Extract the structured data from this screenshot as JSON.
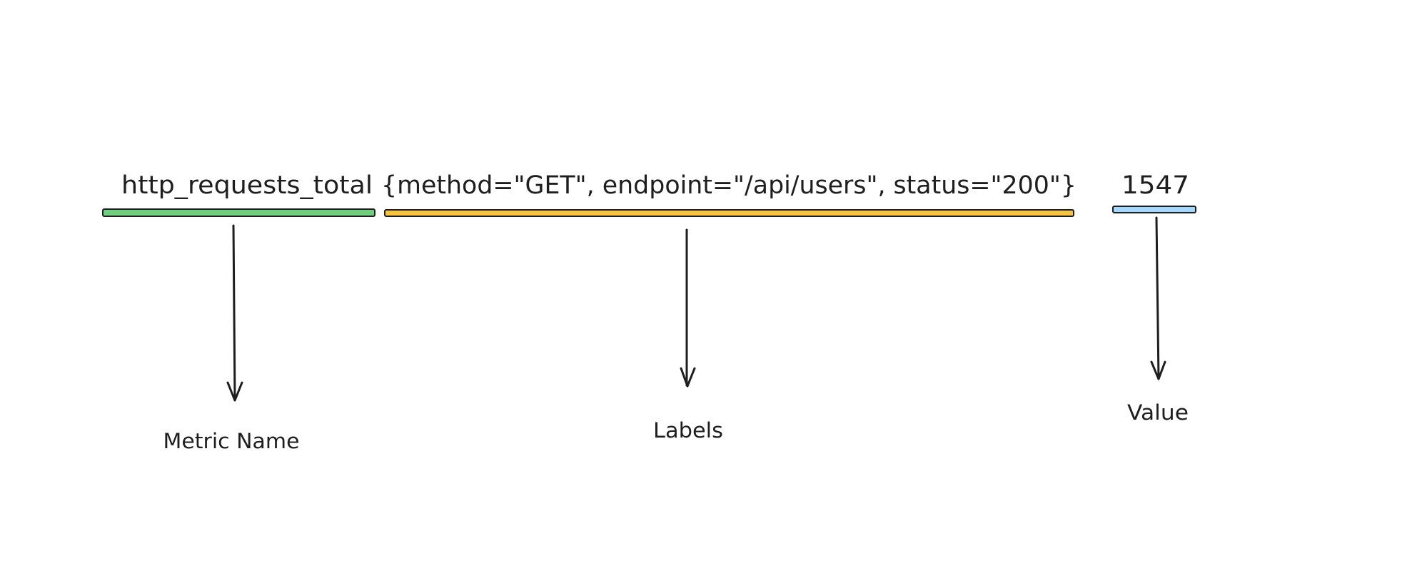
{
  "expression": {
    "metric_name": "http_requests_total",
    "labels": "{method=\"GET\", endpoint=\"/api/users\", status=\"200\"}",
    "value": "1547"
  },
  "captions": {
    "metric_name": "Metric Name",
    "labels": "Labels",
    "value": "Value"
  },
  "colors": {
    "metric_name_bar": "#6fcf7f",
    "labels_bar": "#f5c542",
    "value_bar": "#a5d8ff",
    "stroke": "#1e1e1e"
  },
  "icons": {
    "arrows": "arrow-down-icon"
  }
}
